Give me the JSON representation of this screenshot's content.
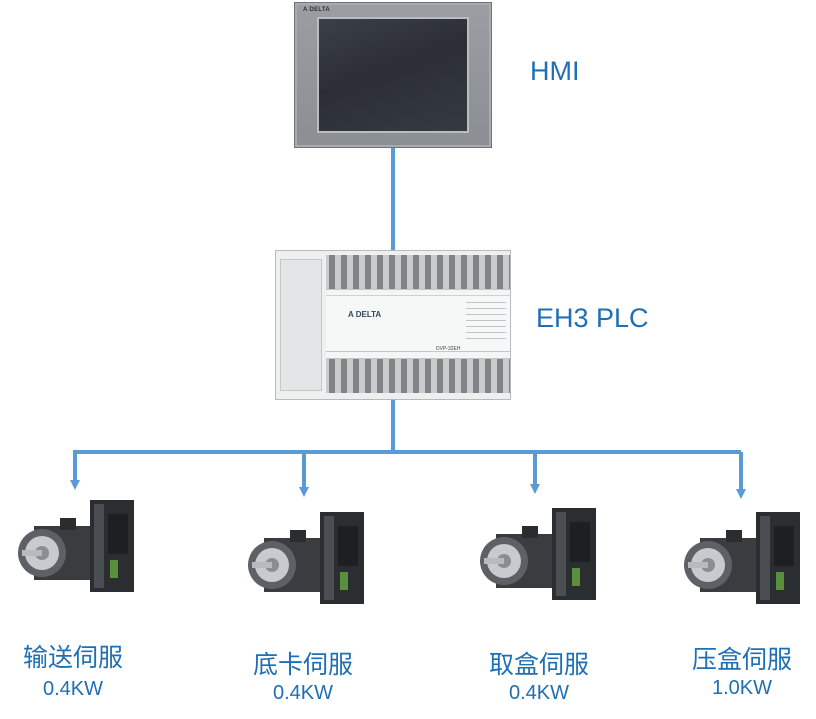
{
  "hmi": {
    "label": "HMI",
    "brand": "A DELTA"
  },
  "plc": {
    "label": "EH3 PLC",
    "logo": "A DELTA",
    "model": "DVP-32EH"
  },
  "servos": [
    {
      "name": "输送伺服",
      "power": "0.4KW"
    },
    {
      "name": "底卡伺服",
      "power": "0.4KW"
    },
    {
      "name": "取盒伺服",
      "power": "0.4KW"
    },
    {
      "name": "压盒伺服",
      "power": "1.0KW"
    }
  ],
  "colors": {
    "wire": "#5b9bd5",
    "label": "#1f6fb4"
  }
}
